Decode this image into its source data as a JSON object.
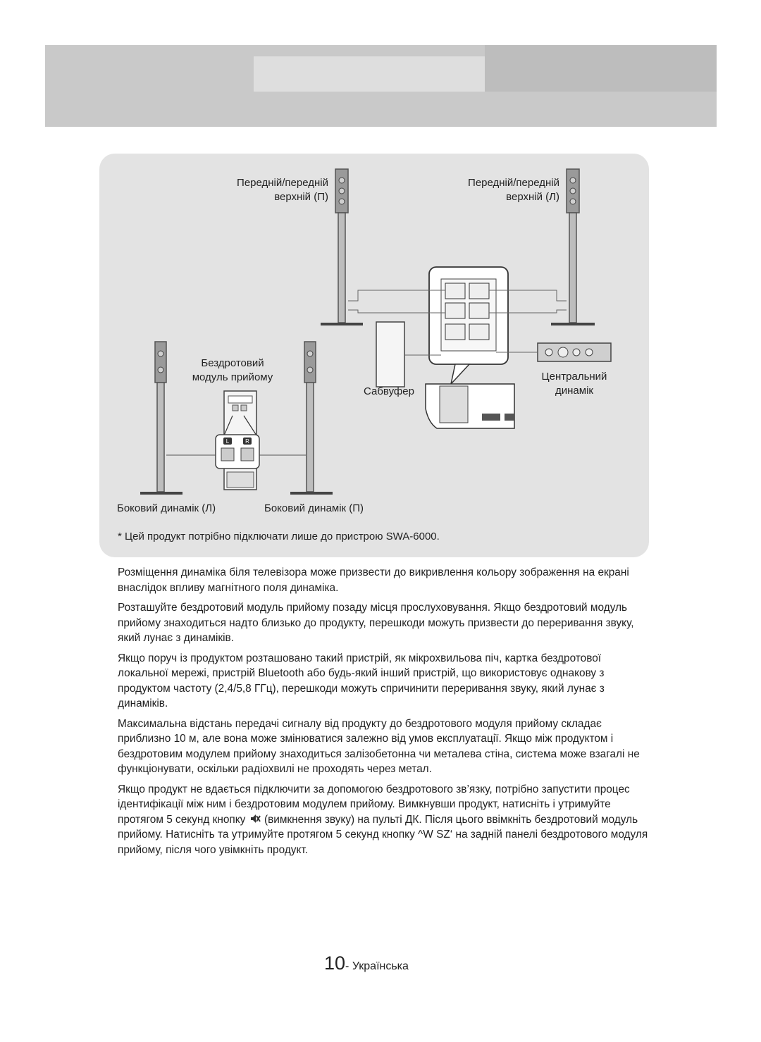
{
  "diagram": {
    "labels": {
      "front_right_l1": "Передній/передній",
      "front_right_l2": "верхній (П)",
      "front_left_l1": "Передній/передній",
      "front_left_l2": "верхній (Л)",
      "wireless_l1": "Бездротовий",
      "wireless_l2": "модуль прийому",
      "subwoofer": "Сабвуфер",
      "center_l1": "Центральний",
      "center_l2": "динамік",
      "side_left": "Боковий динамік (Л)",
      "side_right": "Боковий динамік (П)",
      "wireless_port_left": "L",
      "wireless_port_right": "R"
    },
    "footnote": "* Цей продукт потрібно підключати лише до пристрою SWA-6000."
  },
  "body": {
    "p1": "Розміщення динаміка біля телевізора може призвести до викривлення кольору зображення на екрані внаслідок впливу магнітного поля динаміка.",
    "p2": "Розташуйте бездротовий модуль прийому позаду місця прослуховування. Якщо бездротовий модуль прийому знаходиться надто близько до продукту, перешкоди можуть призвести до переривання звуку, який лунає з динаміків.",
    "p3": "Якщо поруч із продуктом розташовано такий пристрій, як мікрохвильова піч, картка бездротової локальної мережі, пристрій Bluetooth або будь-який інший пристрій, що використовує однакову з продуктом частоту (2,4/5,8 ГГц), перешкоди можуть спричинити переривання звуку, який лунає з динаміків.",
    "p4": "Максимальна відстань передачі сигналу від продукту до бездротового модуля прийому складає приблизно 10 м, але вона може змінюватися залежно від умов експлуатації. Якщо між продуктом і бездротовим модулем прийому знаходиться залізобетонна чи металева стіна, система може взагалі не функціонувати, оскільки радіохвилі не проходять через метал.",
    "p5_a": "Якщо продукт не вдається підключити за допомогою бездротового зв’язку, потрібно запустити процес ідентифікації між ним і бездротовим модулем прийому. Вимкнувши продукт, натисніть і утримуйте протягом 5 секунд кнопку",
    "p5_icon": "mute-icon",
    "p5_b": "(вимкнення звуку) на пульті ДК. Після цього ввімкніть бездротовий модуль прийому. Натисніть та утримуйте протягом 5 секунд кнопку ^W SZ‘ на задній панелі бездротового модуля прийому, після чого увімкніть продукт."
  },
  "footer": {
    "page_number": "10",
    "language": "- Українська"
  }
}
